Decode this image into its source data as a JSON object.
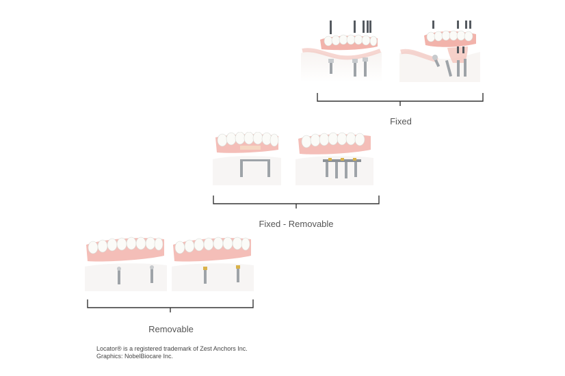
{
  "groups": [
    {
      "caption": "Fixed",
      "illustrations": [
        {
          "label": "fixed-bridge-screw-retained",
          "colors": {
            "gum": "#f2b3ab",
            "tooth": "#fbfbf8",
            "metal": "#9ea3a8"
          }
        },
        {
          "label": "fixed-bridge-multi-unit",
          "colors": {
            "gum": "#f2b3ab",
            "tooth": "#fbfbf8",
            "metal": "#9ea3a8"
          }
        }
      ]
    },
    {
      "caption": "Fixed - Removable",
      "illustrations": [
        {
          "label": "bar-overdenture-two-implants",
          "colors": {
            "gum": "#f2b3ab",
            "tooth": "#fbfbf8",
            "metal": "#9ea3a8"
          }
        },
        {
          "label": "bar-overdenture-four-implants",
          "colors": {
            "gum": "#f2b3ab",
            "tooth": "#fbfbf8",
            "metal": "#9ea3a8"
          }
        }
      ]
    },
    {
      "caption": "Removable",
      "illustrations": [
        {
          "label": "ball-attachment-overdenture",
          "colors": {
            "gum": "#f2b3ab",
            "tooth": "#fbfbf8",
            "metal": "#9ea3a8"
          }
        },
        {
          "label": "locator-attachment-overdenture",
          "colors": {
            "gum": "#f2b3ab",
            "tooth": "#fbfbf8",
            "metal": "#d9b24a"
          }
        }
      ]
    }
  ],
  "footnote": {
    "line1": "Locator® is a registered trademark of  Zest Anchors Inc.",
    "line2": "Graphics: NobelBiocare Inc."
  }
}
